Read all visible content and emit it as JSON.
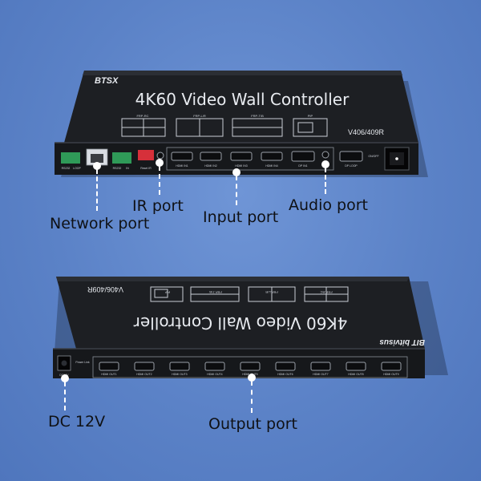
{
  "top_device": {
    "brand": "BTSX",
    "title": "4K60 Video Wall Controller",
    "model": "V406/409R",
    "panel_labels": [
      "FRP-RC",
      "FRP-L/R",
      "FRP-T/B",
      "PIP"
    ],
    "ports": [
      "RS232",
      "LOOP",
      "RS232",
      "IN",
      "Reset IR",
      "HDMI IN1",
      "HDMI IN2",
      "HDMI IN3",
      "HDMI IN4",
      "DP IN1",
      "Audio",
      "DP LOOP",
      "ON/OFF"
    ]
  },
  "bottom_device": {
    "brand": "BIT bitvisus",
    "title": "4K60 Video Wall Controller",
    "model": "V406/409R",
    "panel_labels": [
      "FRP-RC",
      "FRP-L/R",
      "FRP-T/B",
      "PIP"
    ],
    "ports": [
      "DC12V",
      "Power Link",
      "HDMI OUT1",
      "HDMI OUT2",
      "HDMI OUT3",
      "HDMI OUT4",
      "HDMI OUT5",
      "HDMI OUT6",
      "HDMI OUT7",
      "HDMI OUT8",
      "HDMI OUT9"
    ]
  },
  "callouts": {
    "network_port": "Network port",
    "ir_port": "IR port",
    "input_port": "Input port",
    "audio_port": "Audio port",
    "dc_12v": "DC 12V",
    "output_port": "Output port"
  }
}
